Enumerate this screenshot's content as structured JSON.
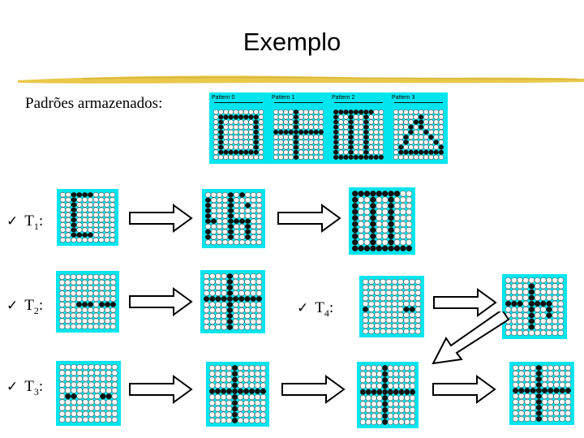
{
  "title": "Exemplo",
  "stored_label": "Padrões armazenados:",
  "stored_patterns": [
    {
      "name": "Pattern 0",
      "pattern": "square"
    },
    {
      "name": "Pattern 1",
      "pattern": "plus"
    },
    {
      "name": "Pattern 2",
      "pattern": "bars"
    },
    {
      "name": "Pattern 3",
      "pattern": "triangle"
    }
  ],
  "tests": [
    {
      "check": "✓",
      "label": "T",
      "sub": "1",
      "suffix": ":"
    },
    {
      "check": "✓",
      "label": "T",
      "sub": "2",
      "suffix": ":"
    },
    {
      "check": "✓",
      "label": "T",
      "sub": "3",
      "suffix": ":"
    },
    {
      "check": "✓",
      "label": "T",
      "sub": "4",
      "suffix": ":"
    }
  ],
  "colors": {
    "panel_bg": "#00e5ee",
    "cell_on": "#111111",
    "cell_off": "#ffffff",
    "title_rule": "#e8c94a"
  }
}
